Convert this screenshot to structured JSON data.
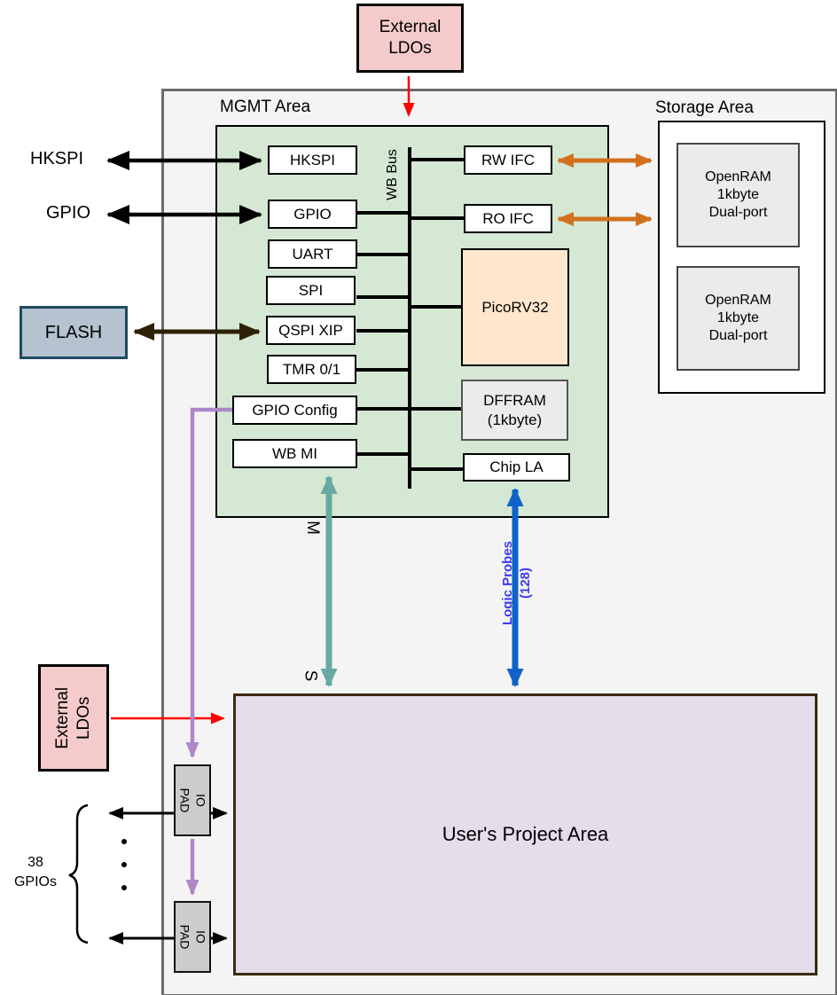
{
  "labels": {
    "mgmt_title": "MGMT Area",
    "storage_title": "Storage Area",
    "wb_bus": "WB Bus",
    "user_area": "User's Project Area",
    "master": "M",
    "slave": "S",
    "logic_probes": "Logic Probes\n(128)",
    "gpio_count": "38\nGPIOs"
  },
  "mgmt_blocks": {
    "hkspi": "HKSPI",
    "gpio": "GPIO",
    "uart": "UART",
    "spi": "SPI",
    "qspi_xip": "QSPI XIP",
    "tmr": "TMR 0/1",
    "gpio_config": "GPIO Config",
    "wb_mi": "WB MI",
    "rw_ifc": "RW IFC",
    "ro_ifc": "RO IFC",
    "picorv32": "PicoRV32",
    "dffram": "DFFRAM\n(1kbyte)",
    "chip_la": "Chip LA"
  },
  "storage": {
    "ram1": "OpenRAM\n1kbyte\nDual-port",
    "ram2": "OpenRAM\n1kbyte\nDual-port"
  },
  "external": {
    "hkspi": "HKSPI",
    "gpio": "GPIO",
    "flash": "FLASH",
    "ldos_top": "External\nLDOs",
    "ldos_bottom": "External\nLDOs"
  },
  "io_pads": {
    "pad1": "IO PAD",
    "pad2": "IO PAD"
  },
  "colors": {
    "mgmt_area_fill": "#d5e8d4",
    "picorv32_fill": "#ffe6cc",
    "ram_fill": "#ebebeb",
    "user_area_fill": "#e5dcec",
    "user_area_border": "#3a2a10",
    "flash_fill": "#b4c3cf",
    "flash_border": "#1f4a61",
    "ldo_fill": "#f5caca",
    "io_pad_fill": "#cccccc",
    "chip_fill": "#f4f4f4",
    "arrow_red": "#ff0000",
    "arrow_orange": "#d2701e",
    "arrow_teal": "#68aaa1",
    "arrow_blue": "#0f62c8",
    "arrow_purple": "#ae87c8",
    "arrow_flash": "#2e2005",
    "probe_text": "#3b3bf0"
  }
}
